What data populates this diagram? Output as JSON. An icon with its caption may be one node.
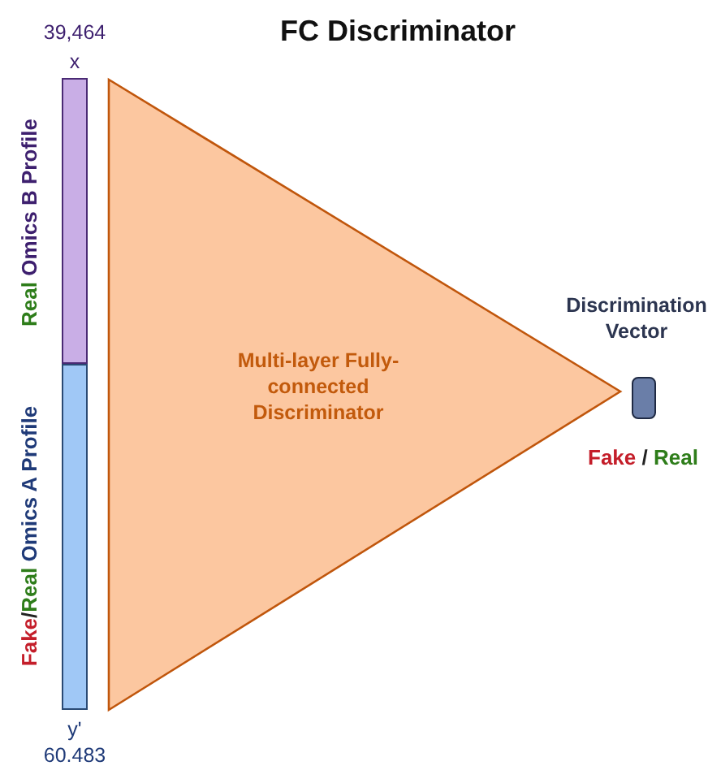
{
  "diagram": {
    "title": "FC Discriminator",
    "nodes": [
      {
        "text": [],
        "shape": "bar"
      },
      {
        "text": [],
        "shape": "bar"
      },
      {
        "text": [
          "Multi-layer Fully-connected Discriminator"
        ]
      },
      {
        "text": [
          "Discrimination Vector"
        ]
      }
    ],
    "edges": [],
    "labels": [
      "39,464",
      "x",
      "Real",
      "Omics B Profile",
      "Fake",
      "/",
      "Real",
      "Omics A Profile",
      "y'",
      "60.483",
      "Fake",
      "/",
      "Real"
    ]
  }
}
